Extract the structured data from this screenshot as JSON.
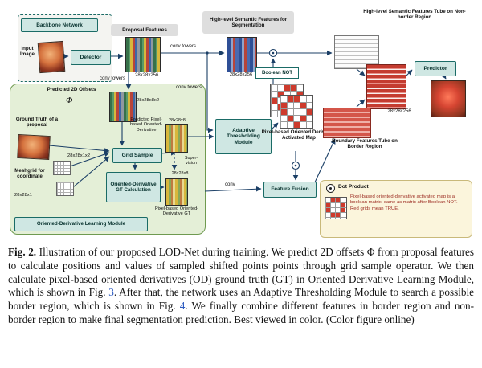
{
  "figure": {
    "backbone": {
      "title": "Backbone Network",
      "input_image": "Input Image",
      "detector": "Detector"
    },
    "proposal": {
      "title": "Proposal Features",
      "dims": "28x28x256"
    },
    "conv_towers": "conv towers",
    "conv": "conv",
    "semantic": {
      "title": "High-level Semantic Features for Segmentation",
      "dims": "28x28x256"
    },
    "odlm": {
      "title": "Oriented-Derivative Learning Module",
      "predicted_offsets": "Predicted 2D Offsets",
      "phi": "Φ",
      "offsets_dims": "28x28x8x2",
      "ground_truth": "Ground Truth of a proposal",
      "meshgrid": "Meshgrid for coordinate",
      "meshgrid_dims_a": "28x28x1x2",
      "meshgrid_dims_b": "28x28x1",
      "grid_sample": "Grid Sample",
      "od_gt_calc": "Oriented-Derivative GT Calculation",
      "predicted_od": "Predicted Pixel-based Oriented-Derivative",
      "predicted_od_dims": "28x28x8",
      "supervision": "Super-vision",
      "gt_od_dims": "28x28x8",
      "gt_od": "Pixel-based Oriented-Derivative GT"
    },
    "atm": "Adaptive Thresholding Module",
    "boolean_not": "Boolean NOT",
    "activated_map": "Pixel-based Oriented Derivative Activated Map",
    "feature_fusion": "Feature Fusion",
    "non_border": "High-level Semantic Features Tube on Non-border Region",
    "border": "Boundary Features Tube on Border Region",
    "fused_dims": "28x28x256",
    "predictor": "Predictor",
    "legend": {
      "dot_product": "Dot Product",
      "note": "Pixel-based oriented-derivative activated map is a boolean matrix, same as matrix after Boolean NOT. Red grids mean TRUE."
    },
    "colors": {
      "teal_border": "#1a6b66",
      "teal_fill": "#cfe7e3",
      "module_green": "#e4efd7",
      "legend_bg": "#fbf5dc",
      "arrow": "#1b3f66",
      "true_red": "#cd3a2c",
      "link_blue": "#2d5bc0"
    }
  },
  "caption": {
    "fig_label": "Fig. 2.",
    "part1": " Illustration of our proposed LOD-Net during training. We predict 2D offsets Φ from proposal features to calculate positions and values of sampled shifted points points through grid sample operator. We then calculate pixel-based oriented derivatives (OD) ground truth (GT) in Oriented Derivative Learning Module, which is shown in Fig. ",
    "link1": "3",
    "part2": ". After that, the network uses an Adaptive Thresholding Module to search a possible border region, which is shown in Fig. ",
    "link2": "4",
    "part3": ". We finally combine different features in border region and non-border region to make final segmentation prediction. Best viewed in color. (Color figure online)"
  }
}
